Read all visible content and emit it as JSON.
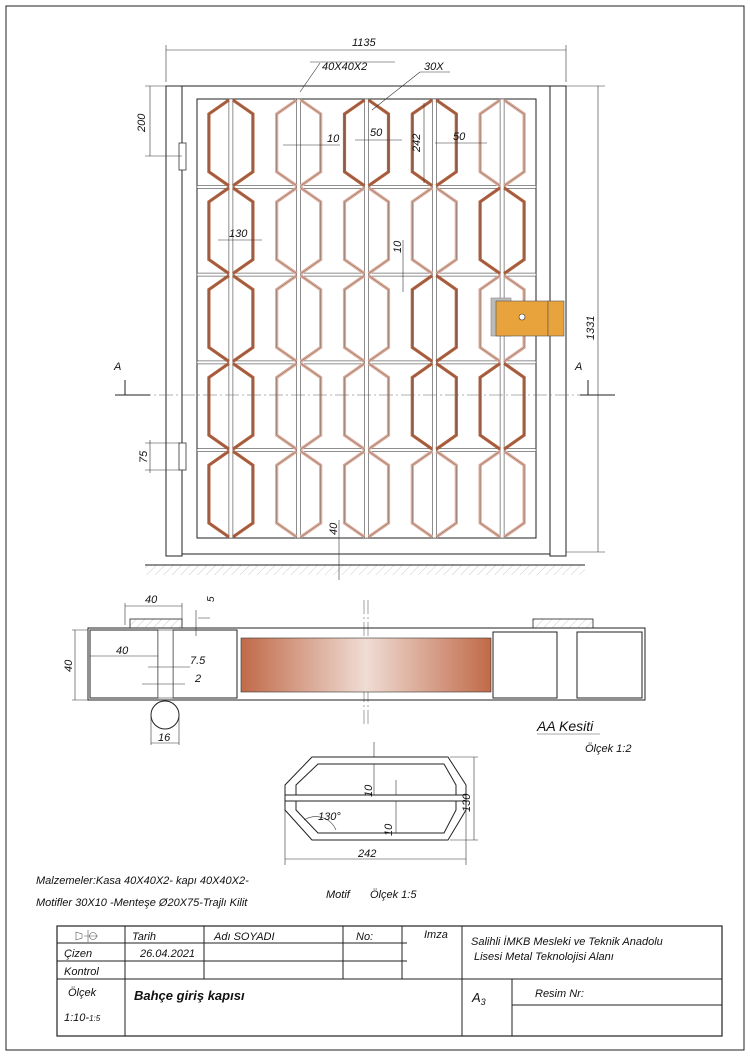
{
  "colors": {
    "copper_dark": "#b4603c",
    "copper_light": "#dcaa98",
    "lock": "#e8a33c"
  },
  "gate": {
    "dim_width": "1135",
    "profile_frame": "40X40X2",
    "motif_count": "30X",
    "dim_200": "200",
    "dim_1331": "1331",
    "dim_10a": "10",
    "dim_50a": "50",
    "dim_242": "242",
    "dim_50b": "50",
    "dim_130": "130",
    "dim_10b": "10",
    "dim_75": "75",
    "dim_40": "40",
    "section_mark_left": "A",
    "section_mark_right": "A",
    "motif_rows": 5,
    "motif_columns": 5,
    "dark_motifs": [
      [
        0,
        0
      ],
      [
        0,
        2
      ],
      [
        0,
        3
      ],
      [
        1,
        0
      ],
      [
        1,
        4
      ],
      [
        2,
        0
      ],
      [
        2,
        3
      ],
      [
        3,
        0
      ],
      [
        3,
        3
      ],
      [
        3,
        4
      ],
      [
        4,
        0
      ]
    ]
  },
  "section": {
    "dim_40_top": "40",
    "dim_5": "5",
    "dim_40_side": "40",
    "dim_40_inner": "40",
    "dim_7_5": "7.5",
    "dim_2": "2",
    "dim_16": "16",
    "title": "AA Kesiti",
    "scale": "Ölçek 1:2"
  },
  "motif": {
    "dim_10_top": "10",
    "dim_10_mid": "10",
    "dim_130": "130",
    "angle": "130°",
    "dim_242": "242",
    "label": "Motif",
    "scale": "Ölçek 1:5"
  },
  "materials": {
    "line1": "Malzemeler:Kasa 40X40X2- kapı 40X40X2-",
    "line2": "Motifler 30X10 -Menteşe Ø20X75-Trajlı Kilit"
  },
  "title_block": {
    "date_header": "Tarih",
    "name_header": "Adı SOYADI",
    "no_header": "No:",
    "sign_header": "Imza",
    "drawn_label": "Çizen",
    "drawn_date": "26.04.2021",
    "check_label": "Kontrol",
    "scale_label": "Ölçek",
    "scale_value": "1:10-",
    "scale_value_small": "1:5",
    "drawing_title": "Bahçe giriş kapısı",
    "school_line1": "Salihli İMKB Mesleki ve Teknik Anadolu",
    "school_line2": "Lisesi Metal Teknolojisi Alanı",
    "paper_size": "A",
    "paper_size_sub": "3",
    "drawing_no_label": "Resim Nr:"
  }
}
